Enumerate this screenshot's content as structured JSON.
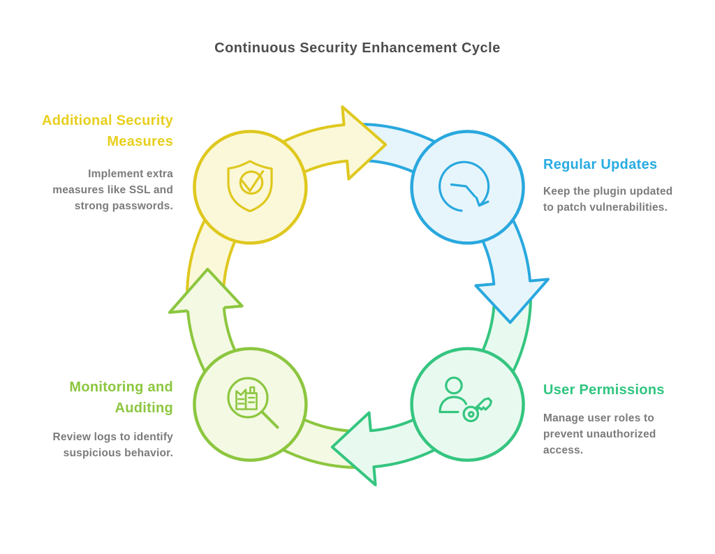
{
  "title": "Continuous Security Enhancement Cycle",
  "colors": {
    "background": "#FFFFFF",
    "title": "#4D4D4D",
    "body": "#7B7B7B"
  },
  "nodes": [
    {
      "id": "additional-security-measures",
      "heading_lines": [
        "Additional Security",
        "Measures"
      ],
      "desc_lines": [
        "Implement extra",
        "measures like SSL and",
        "strong passwords."
      ],
      "heading_color": "#E8CF1D",
      "stroke": "#DFC81F",
      "fill": "#FBF8D9",
      "icon": "shield-check-icon"
    },
    {
      "id": "regular-updates",
      "heading_lines": [
        "Regular Updates"
      ],
      "desc_lines": [
        "Keep the plugin updated",
        "to patch vulnerabilities."
      ],
      "heading_color": "#29ABE2",
      "stroke": "#29A8DE",
      "fill": "#E6F5FC",
      "icon": "update-clock-icon"
    },
    {
      "id": "user-permissions",
      "heading_lines": [
        "User Permissions"
      ],
      "desc_lines": [
        "Manage user roles to",
        "prevent unauthorized",
        "access."
      ],
      "heading_color": "#2FC57F",
      "stroke": "#35C580",
      "fill": "#E8FAEF",
      "icon": "user-key-icon"
    },
    {
      "id": "monitoring-and-auditing",
      "heading_lines": [
        "Monitoring and",
        "Auditing"
      ],
      "desc_lines": [
        "Review logs to identify",
        "suspicious behavior."
      ],
      "heading_color": "#8CC63F",
      "stroke": "#8CC63F",
      "fill": "#F3F9E2",
      "icon": "log-magnifier-icon"
    }
  ]
}
